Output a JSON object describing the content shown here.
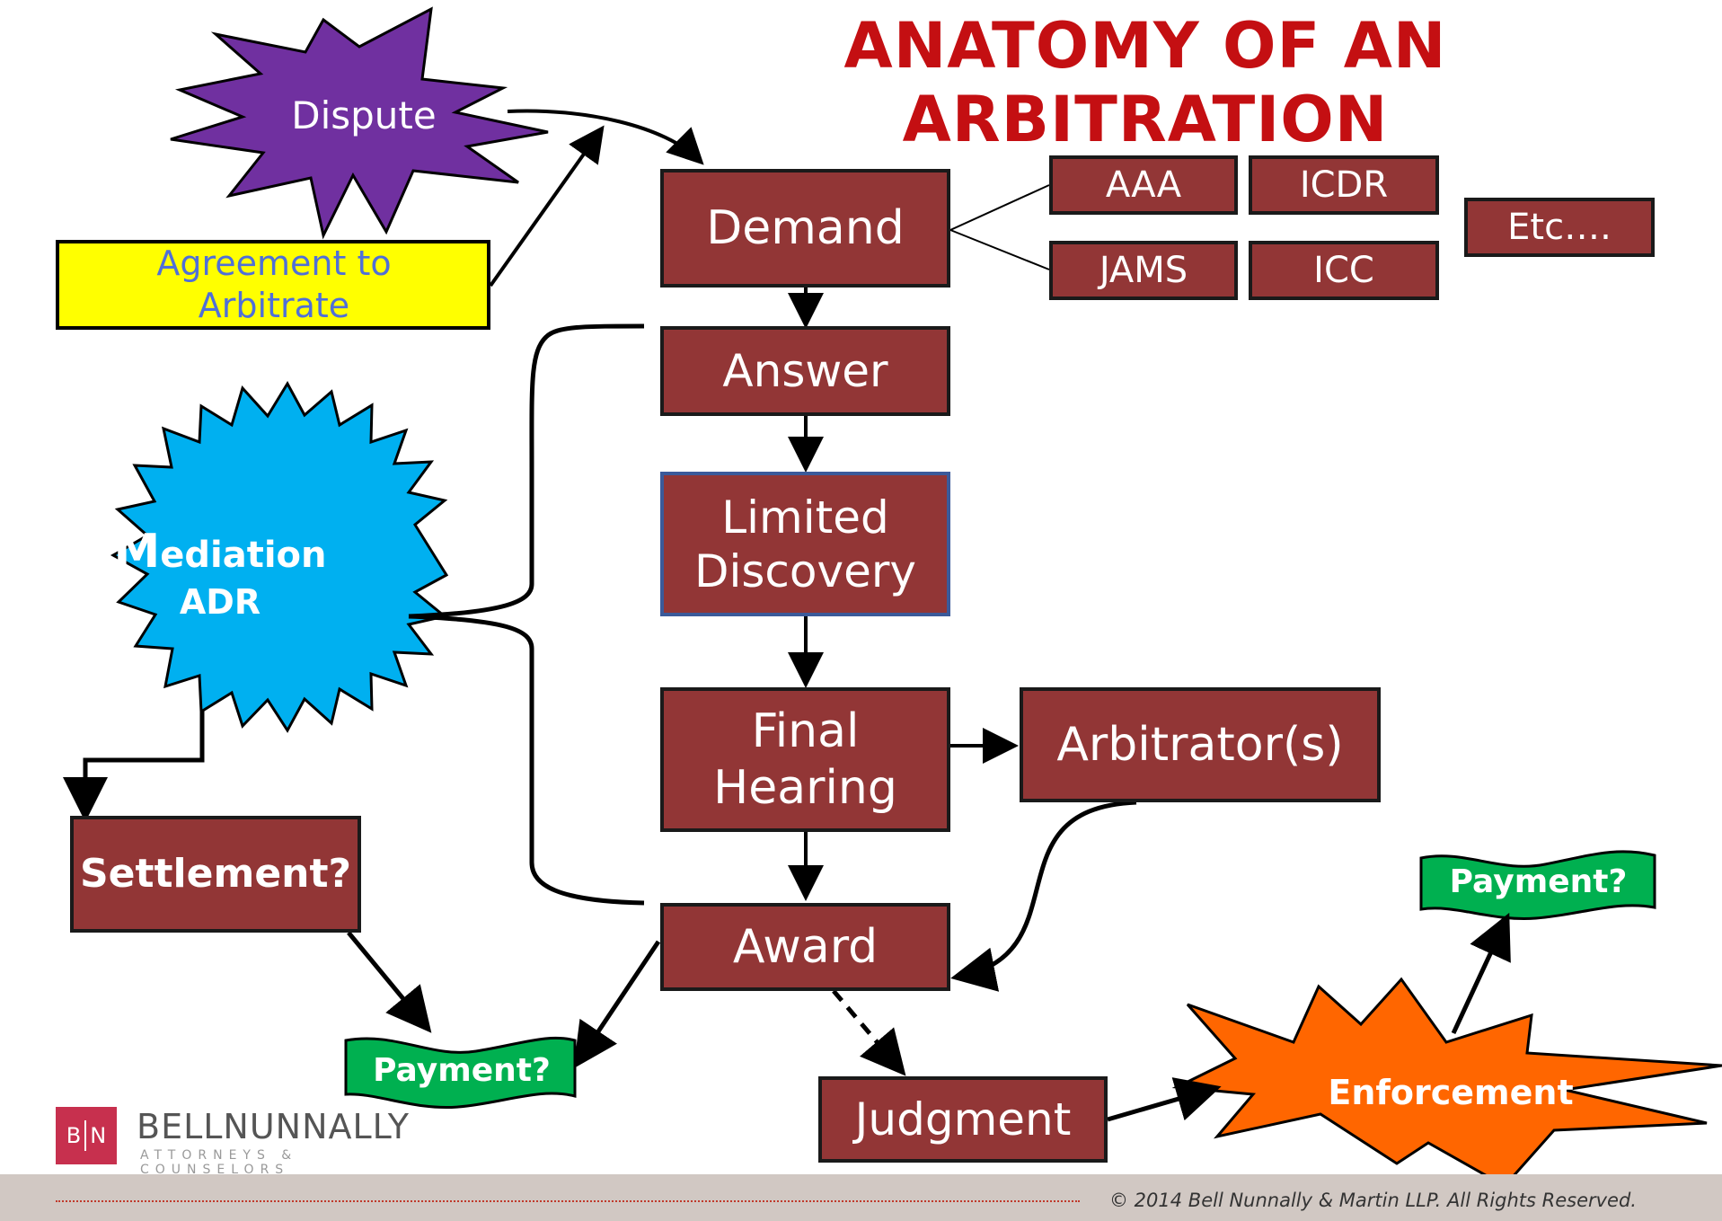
{
  "title": "ANATOMY OF AN ARBITRATION",
  "nodes": {
    "dispute": "Dispute",
    "agreement": "Agreement to Arbitrate",
    "demand": "Demand",
    "aaa": "AAA",
    "icdr": "ICDR",
    "jams": "JAMS",
    "icc": "ICC",
    "etc": "Etc….",
    "answer": "Answer",
    "limited_discovery": "Limited Discovery",
    "mediation_prefix": "M",
    "mediation_rest": "ediation",
    "adr": "ADR",
    "final_hearing": "Final Hearing",
    "arbitrators": "Arbitrator(s)",
    "settlement": "Settlement?",
    "award": "Award",
    "payment_left": "Payment?",
    "payment_right": "Payment?",
    "judgment": "Judgment",
    "enforcement": "Enforcement"
  },
  "logo": {
    "initial_left": "B",
    "initial_right": "N",
    "name": "BELLNUNNALLY",
    "tagline": "ATTORNEYS & COUNSELORS"
  },
  "footer": {
    "copyright": "© 2014 Bell Nunnally & Martin LLP. All Rights Reserved."
  },
  "colors": {
    "box_fill": "#923636",
    "title_red": "#c40f12",
    "dispute_purple": "#7030a0",
    "mediation_blue": "#00b0f0",
    "agreement_yellow": "#ffff00",
    "agreement_text": "#4f6fd8",
    "payment_green": "#00b050",
    "enforcement_orange": "#ff6600",
    "logo_red": "#c7304e"
  }
}
